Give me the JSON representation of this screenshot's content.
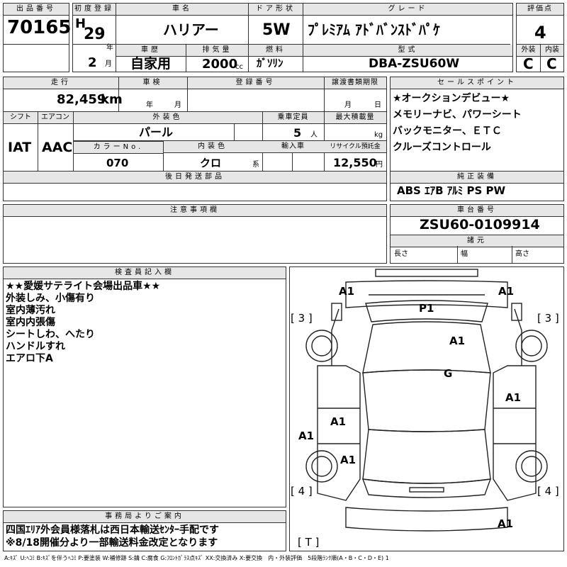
{
  "header": {
    "lot_label": "出品番号",
    "lot_no": "70165",
    "first_reg_label": "初度登録",
    "era": "H",
    "year": "29",
    "year_unit": "年",
    "month": "2",
    "month_unit": "月",
    "model_label": "車名",
    "model": "ハリアー",
    "history_label": "車歴",
    "history": "自家用",
    "displacement_label": "排気量",
    "displacement": "2000",
    "displacement_unit": "cc",
    "door_label": "ドア形状",
    "door": "5W",
    "fuel_label": "燃料",
    "fuel": "ｶﾞｿﾘﾝ",
    "grade_label": "グレード",
    "grade": "ﾌﾟﾚﾐｱﾑ ｱﾄﾞﾊﾞﾝｽﾄﾞﾊﾟｹ",
    "type_label": "型式",
    "type": "DBA-ZSU60W",
    "score_label": "評価点",
    "score": "4",
    "ext_label": "外装",
    "ext": "C",
    "int_label": "内装",
    "int": "C"
  },
  "row2": {
    "mileage_label": "走行",
    "mileage": "82,459",
    "mileage_unit": "km",
    "inspection_label": "車検",
    "insp_year_unit": "年",
    "insp_month_unit": "月",
    "reg_no_label": "登録番号",
    "transfer_label": "譲渡書類期限",
    "transfer_month_unit": "月",
    "transfer_day_unit": "日",
    "shift_label": "シフト",
    "shift": "IAT",
    "ac_label": "エアコン",
    "ac": "AAC",
    "color_label": "外装色",
    "color": "パール",
    "capacity_label": "乗車定員",
    "capacity": "5",
    "capacity_unit": "人",
    "load_label": "最大積載量",
    "load_unit": "kg",
    "color_no_label": "カラーNo.",
    "color_no": "070",
    "interior_label": "内装色",
    "interior": "クロ",
    "interior_unit": "系",
    "import_label": "輸入車",
    "recycle_label": "リサイクル預託金",
    "recycle": "12,550",
    "recycle_unit": "円",
    "later_parts_label": "後日発送部品"
  },
  "sales": {
    "label": "セールスポイント",
    "lines": [
      "★オークションデビュー★",
      "メモリーナビ、パワーシート",
      "バックモニター、ＥＴＣ",
      "クルーズコントロール"
    ]
  },
  "equipment": {
    "label": "純正装備",
    "value": "ABS ｴｱB ｱﾙﾐ PS PW"
  },
  "notes": {
    "label": "注意事項欄"
  },
  "chassis": {
    "label": "車台番号",
    "value": "ZSU60-0109914",
    "dims_label": "諸元",
    "length": "長さ",
    "width": "幅",
    "height": "高さ"
  },
  "inspector": {
    "label": "検査員記入欄",
    "lines": [
      "★★愛媛サテライト会場出品車★★",
      "外装しみ、小傷有り",
      "室内薄汚れ",
      "室内内張傷",
      "シートしわ、へたり",
      "ハンドルすれ",
      "エアロ下A"
    ]
  },
  "office": {
    "label": "事務局よりご案内",
    "lines": [
      "四国ｴﾘｱ外会員様落札は西日本輸送ｾﾝﾀｰ手配です",
      "※8/18開催分より一部輸送料金改定となります"
    ]
  },
  "diagram": {
    "marks": [
      "A1",
      "A1",
      "P1",
      "A1",
      "G",
      "A1",
      "A1",
      "A1",
      "A1",
      "A1"
    ],
    "tires": [
      "[ 3 ]",
      "[ 3 ]",
      "[ 4 ]",
      "[ 4 ]",
      "[ T ]"
    ]
  },
  "legend": "A:ｷｽﾞ U:ﾍｺﾐ B:ｷｽﾞを伴うﾍｺﾐ P:要塗装 W:補修跡 S:錆 C:腐食 G:ﾌﾛﾝﾄｶﾞﾗｽ点ｷｽﾞ XX:交換済み X:要交換　内・外装評価　5段階ﾗﾝｸ順(A・B・C・D・E) 1"
}
